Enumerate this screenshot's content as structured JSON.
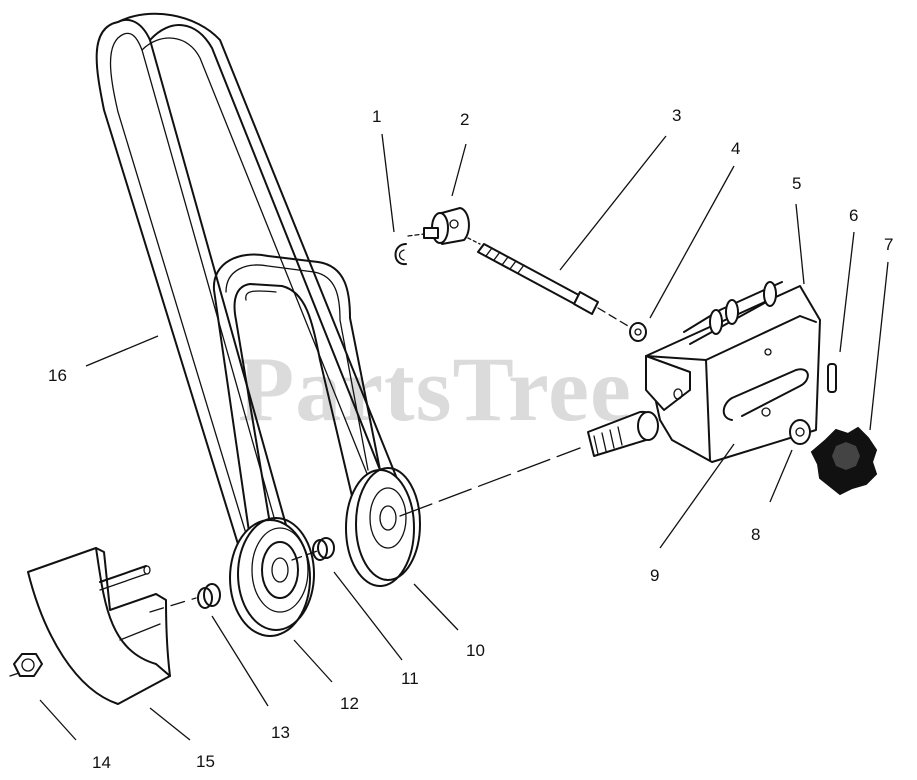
{
  "watermark": "PartsTree",
  "callouts": [
    {
      "n": "1"
    },
    {
      "n": "2"
    },
    {
      "n": "3"
    },
    {
      "n": "4"
    },
    {
      "n": "5"
    },
    {
      "n": "6"
    },
    {
      "n": "7"
    },
    {
      "n": "8"
    },
    {
      "n": "9"
    },
    {
      "n": "10"
    },
    {
      "n": "11"
    },
    {
      "n": "12"
    },
    {
      "n": "13"
    },
    {
      "n": "14"
    },
    {
      "n": "15"
    },
    {
      "n": "16"
    }
  ]
}
